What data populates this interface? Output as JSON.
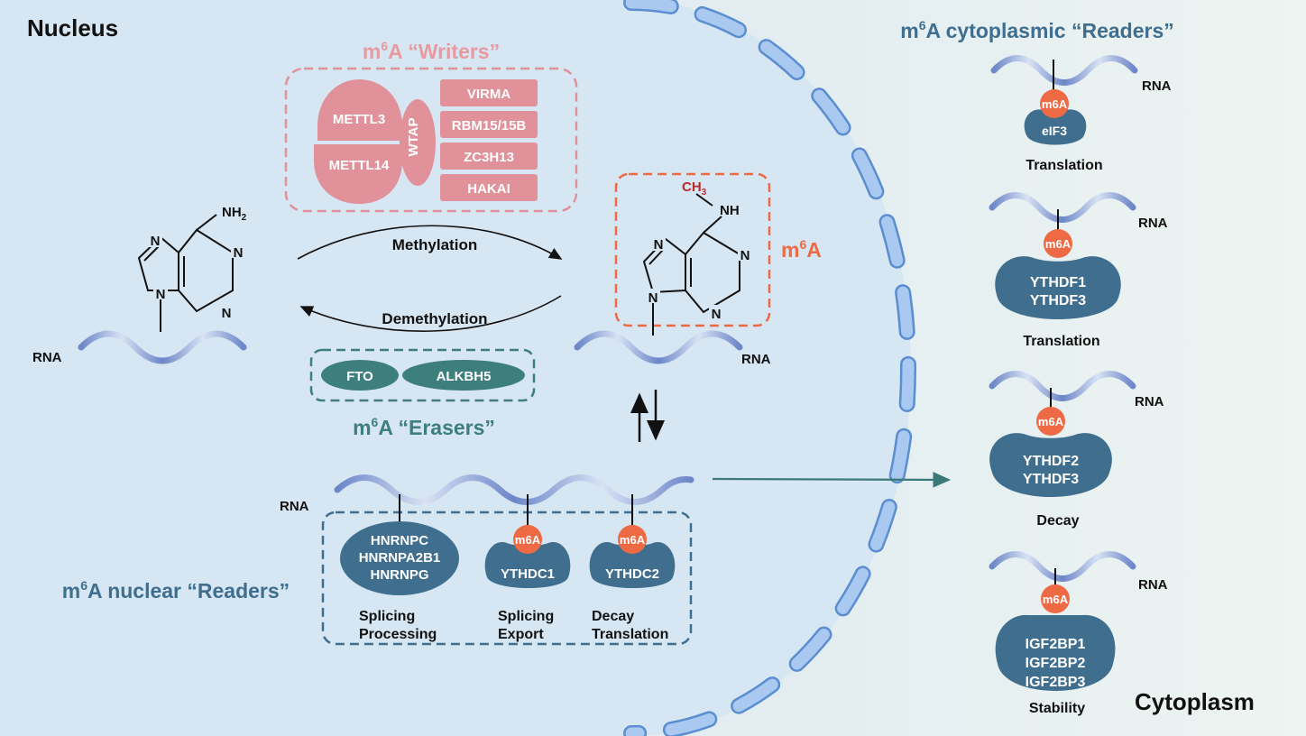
{
  "nucleus_label": "Nucleus",
  "cytoplasm_label": "Cytoplasm",
  "rna": "RNA",
  "m6a_badge": "m6A",
  "writers": {
    "title_prefix": "m",
    "title_sup": "6",
    "title_rest": "A “Writers”",
    "proteins": {
      "mettl3": "METTL3",
      "mettl14": "METTL14",
      "wtap": "WTAP",
      "virma": "VIRMA",
      "rbm15": "RBM15/15B",
      "zc3h13": "ZC3H13",
      "hakai": "HAKAI"
    }
  },
  "erasers": {
    "title_prefix": "m",
    "title_sup": "6",
    "title_rest": "A “Erasers”",
    "fto": "FTO",
    "alkbh5": "ALKBH5"
  },
  "methylation": "Methylation",
  "demethylation": "Demethylation",
  "adenine": {
    "nh2": "NH",
    "nh2_sub": "2",
    "n": "N"
  },
  "m6a_mol": {
    "ch3": "CH",
    "ch3_sub": "3",
    "nh": "NH",
    "n": "N",
    "label_prefix": "m",
    "label_sup": "6",
    "label_rest": "A"
  },
  "nuclear": {
    "title_prefix": "m",
    "title_sup": "6",
    "title_rest": "A nuclear “Readers”",
    "hnrnp": [
      "HNRNPC",
      "HNRNPA2B1",
      "HNRNPG"
    ],
    "hnrnp_func": [
      "Splicing",
      "Processing"
    ],
    "ythdc1": "YTHDC1",
    "ythdc1_func": [
      "Splicing",
      "Export"
    ],
    "ythdc2": "YTHDC2",
    "ythdc2_func": [
      "Decay",
      "Translation"
    ]
  },
  "cyto": {
    "title_prefix": "m",
    "title_sup": "6",
    "title_rest": "A cytoplasmic “Readers”",
    "readers": [
      {
        "proteins": [
          "eIF3"
        ],
        "function": "Translation"
      },
      {
        "proteins": [
          "YTHDF1",
          "YTHDF3"
        ],
        "function": "Translation"
      },
      {
        "proteins": [
          "YTHDF2",
          "YTHDF3"
        ],
        "function": "Decay"
      },
      {
        "proteins": [
          "IGF2BP1",
          "IGF2BP2",
          "IGF2BP3"
        ],
        "function": "Stability"
      }
    ]
  },
  "colors": {
    "nucleus_fill": "#d6e6f2",
    "cytoplasm_fill": "#e6f0f2",
    "writer_pink": "#e0919a",
    "writer_title": "#e89aa0",
    "eraser_teal": "#3d7f7d",
    "reader_blue": "#3f6e8e",
    "m6a_orange": "#ee6a44",
    "methyl_red": "#c0282a",
    "envelope_blue": "#8fb6e6"
  }
}
